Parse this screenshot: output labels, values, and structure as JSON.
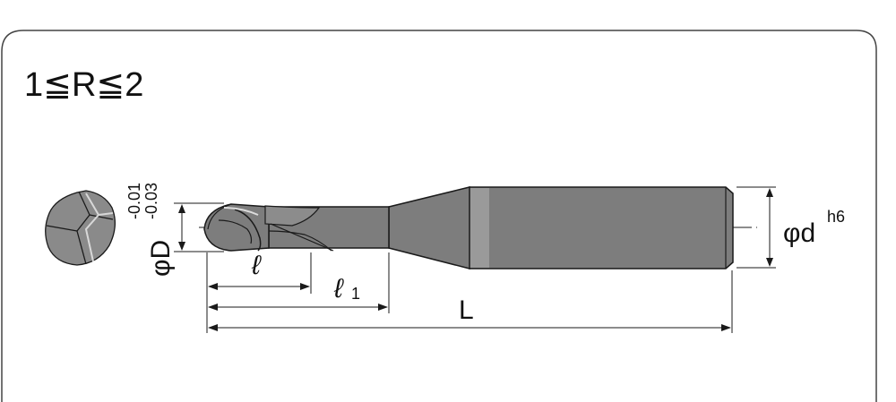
{
  "range_label": "1≦R≦2",
  "labels": {
    "D_prefix": "φD",
    "D_tol_upper": "-0.01",
    "D_tol_lower": "-0.03",
    "flute_length": "ℓ",
    "neck_length_base": "ℓ",
    "neck_length_sub": "1",
    "overall_length": "L",
    "shank_prefix": "φd",
    "shank_tol": "h6"
  },
  "colors": {
    "tool_gray": "#7d7d7d",
    "tool_light": "#9a9a9a",
    "line": "#1a1a1a"
  }
}
